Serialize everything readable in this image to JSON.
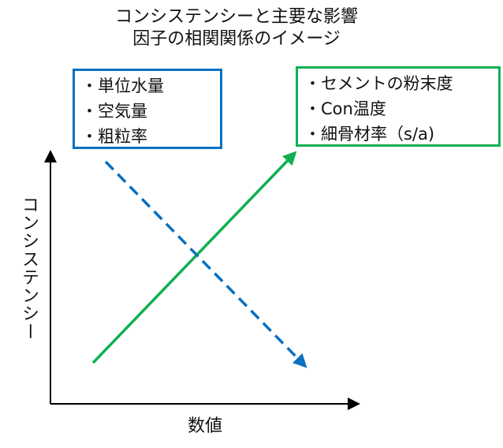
{
  "title": {
    "line1": "コンシステンシーと主要な影響",
    "line2": "因子の相関関係のイメージ"
  },
  "negative_factors": {
    "color": "#0a70c0",
    "items": [
      "・単位水量",
      "・空気量",
      "・粗粒率"
    ]
  },
  "positive_factors": {
    "color": "#10b050",
    "items": [
      "・セメントの粉末度",
      "・Con温度",
      "・細骨材率（s/a)"
    ]
  },
  "axes": {
    "ylabel": "コンシステンシー",
    "xlabel": "数値"
  }
}
